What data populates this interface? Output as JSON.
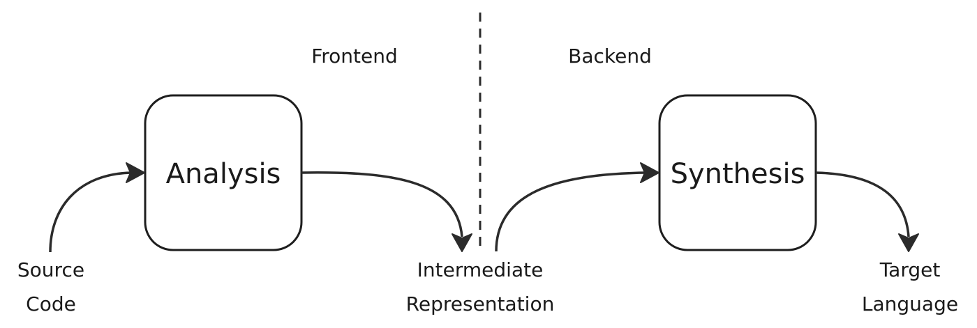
{
  "sections": {
    "frontend": "Frontend",
    "backend": "Backend"
  },
  "stages": {
    "analysis": "Analysis",
    "synthesis": "Synthesis"
  },
  "io": {
    "source": {
      "line1": "Source",
      "line2": "Code"
    },
    "intermediate": {
      "line1": "Intermediate",
      "line2": "Representation"
    },
    "target": {
      "line1": "Target",
      "line2": "Language"
    }
  },
  "colors": {
    "stroke": "#1e1e1e",
    "text": "#1a1a1a",
    "background": "#ffffff"
  }
}
